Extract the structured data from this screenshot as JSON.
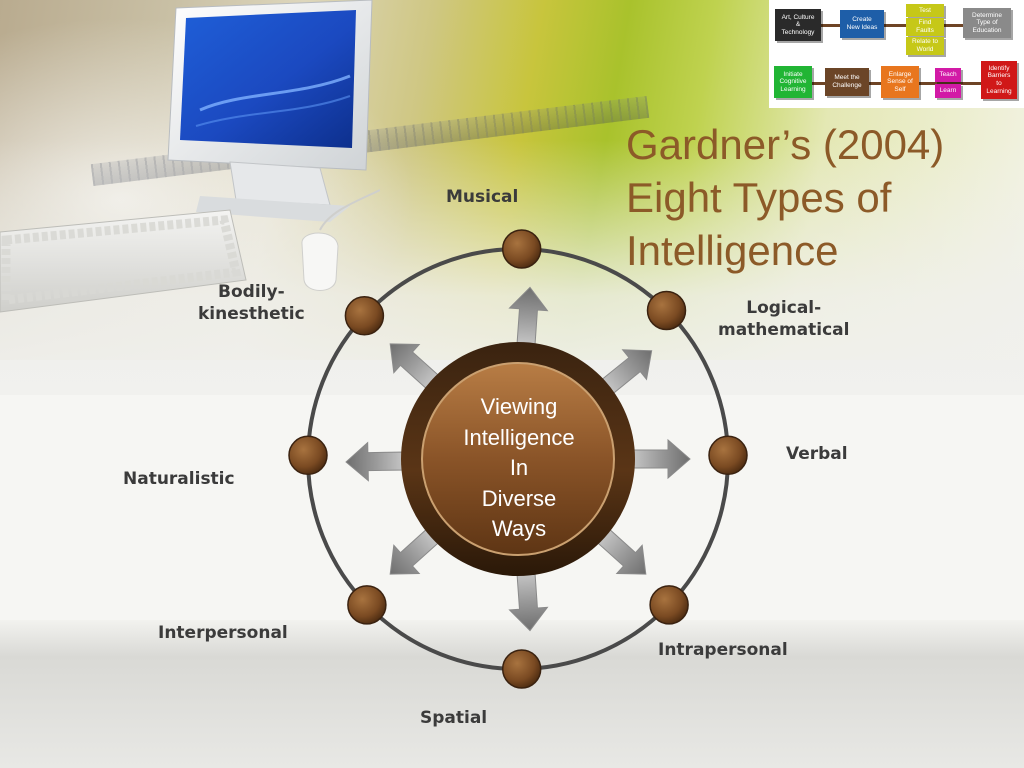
{
  "title": {
    "line1": "Gardner’s (2004)",
    "line2": "Eight Types of",
    "line3": "Intelligence"
  },
  "center": {
    "line1": "Viewing",
    "line2": "Intelligence",
    "line3": "In",
    "line4": "Diverse",
    "line5": "Ways"
  },
  "intelligences": {
    "musical": "Musical",
    "logical_1": "Logical-",
    "logical_2": "mathematical",
    "verbal": "Verbal",
    "intrapersonal": "Intrapersonal",
    "spatial": "Spatial",
    "interpersonal": "Interpersonal",
    "naturalistic": "Naturalistic",
    "bodily_1": "Bodily-",
    "bodily_2": "kinesthetic"
  },
  "flowchart": {
    "art": [
      "Art, Culture",
      "&",
      "Technology"
    ],
    "create": [
      "Create",
      "New Ideas"
    ],
    "test": [
      "Test"
    ],
    "find": [
      "Find",
      "Faults"
    ],
    "relate": [
      "Relate to",
      "World"
    ],
    "determine": [
      "Determine",
      "Type of",
      "Education"
    ],
    "initiate": [
      "Initiate",
      "Cognitive",
      "Learning"
    ],
    "meet": [
      "Meet the",
      "Challenge"
    ],
    "enlarge": [
      "Enlarge",
      "Sense of",
      "Self"
    ],
    "teach": [
      "Teach"
    ],
    "learn": [
      "Learn"
    ],
    "identify": [
      "Identify",
      "Barriers",
      "to",
      "Learning"
    ]
  },
  "colors": {
    "title": "#8c5a28",
    "node_fill": "#7a4a22",
    "ring": "#4a4a4a",
    "hub": "#6b3f1a",
    "label": "#3b3b3b",
    "flow_black": "#2a2a2a",
    "flow_blue": "#1e5ea8",
    "flow_yellow": "#c6c818",
    "flow_gray": "#8a8a8a",
    "flow_green": "#21b534",
    "flow_brown": "#6b4527",
    "flow_orange": "#e8761e",
    "flow_magenta": "#d21aa6",
    "flow_red": "#d01818"
  },
  "icons": {
    "monitor": "monitor-icon",
    "keyboard": "keyboard-icon",
    "mouse": "mouse-icon"
  }
}
